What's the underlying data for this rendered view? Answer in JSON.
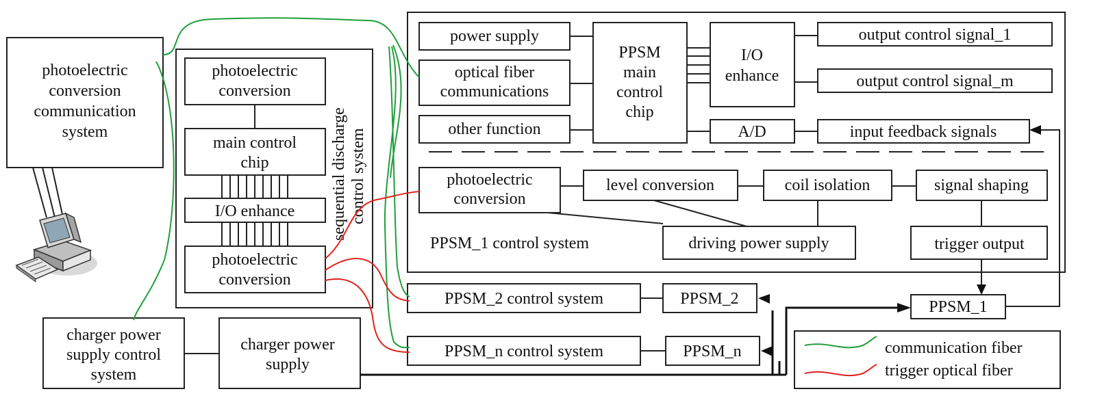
{
  "colors": {
    "communication_fiber": "#1f9e3a",
    "trigger_fiber": "#e0231c",
    "line": "#222222",
    "background": "#ffffff"
  },
  "host": {
    "name": [
      "photoelectric",
      "conversion",
      "communication",
      "system"
    ],
    "icon": "computer-icon"
  },
  "sequential": {
    "title": [
      "sequential discharge",
      "control system"
    ],
    "photoelectric_top": [
      "photoelectric",
      "conversion"
    ],
    "main_chip": [
      "main control",
      "chip"
    ],
    "io_enhance": "I/O enhance",
    "photoelectric_bottom": [
      "photoelectric",
      "conversion"
    ]
  },
  "ppsm1_system": {
    "power_supply": "power supply",
    "optical_fiber": [
      "optical fiber",
      "communications"
    ],
    "other_function": "other function",
    "main_chip": [
      "PPSM",
      "main",
      "control",
      "chip"
    ],
    "io_enhance": [
      "I/O",
      "enhance"
    ],
    "ad": "A/D",
    "output_1": "output control signal_1",
    "output_m": "output control signal_m",
    "feedback": "input feedback signals",
    "photoelectric": [
      "photoelectric",
      "conversion"
    ],
    "level_conversion": "level conversion",
    "coil_isolation": "coil isolation",
    "signal_shaping": "signal shaping",
    "driving_power": "driving power supply",
    "trigger_output": "trigger output",
    "label": "PPSM_1 control system"
  },
  "ppsm2_system": "PPSM_2 control system",
  "ppsmn_system": "PPSM_n control system",
  "ppsm_1": "PPSM_1",
  "ppsm_2": "PPSM_2",
  "ppsm_n": "PPSM_n",
  "charger_control": [
    "charger power",
    "supply control",
    "system"
  ],
  "charger_supply": [
    "charger power",
    "supply"
  ],
  "legend": {
    "communication": "communication fiber",
    "trigger": "trigger optical fiber"
  }
}
